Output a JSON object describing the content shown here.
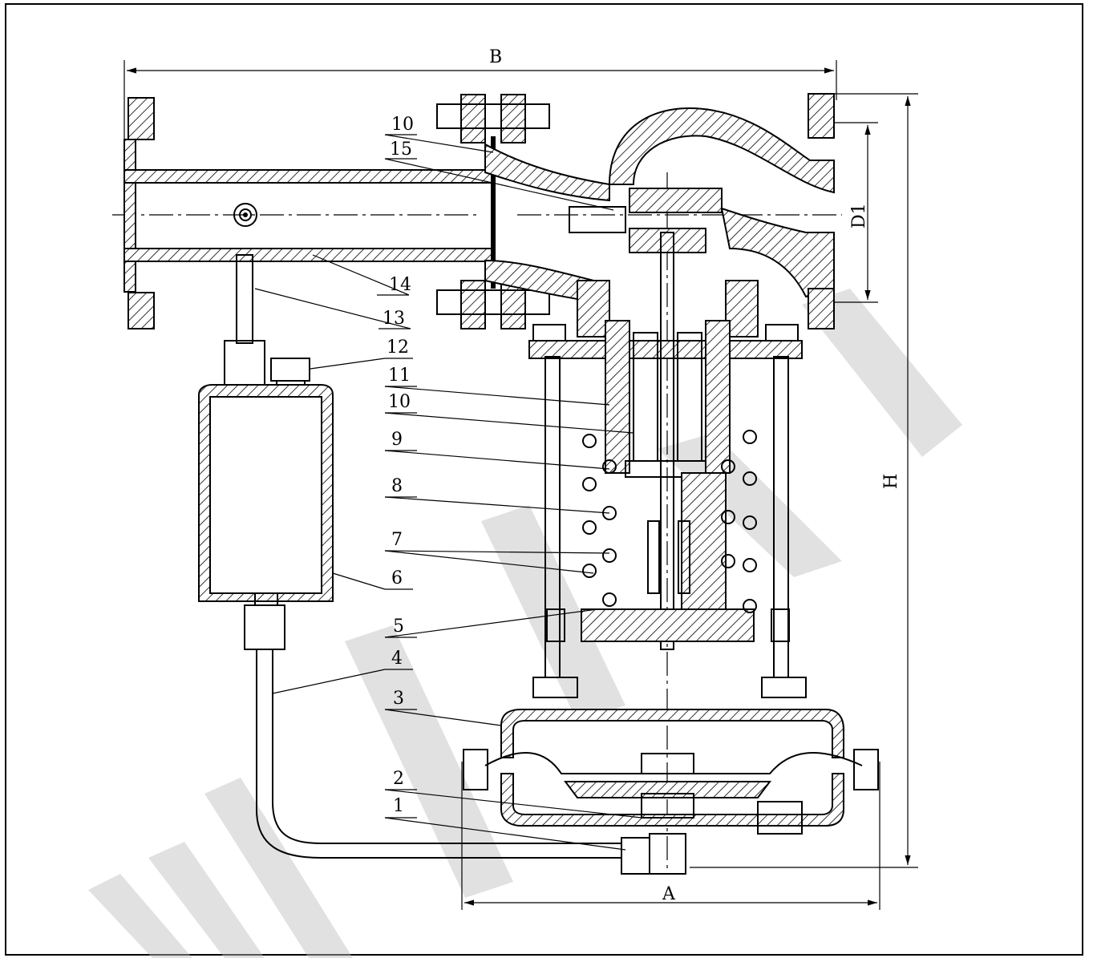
{
  "dimensions": {
    "B": "B",
    "A": "A",
    "H": "H",
    "D1": "D1"
  },
  "part_labels": [
    "10",
    "15",
    "14",
    "13",
    "12",
    "11",
    "10",
    "9",
    "8",
    "7",
    "6",
    "5",
    "4",
    "3",
    "2",
    "1"
  ],
  "colors": {
    "line": "#000000",
    "watermark": "#bdbdbd",
    "background": "#ffffff"
  }
}
